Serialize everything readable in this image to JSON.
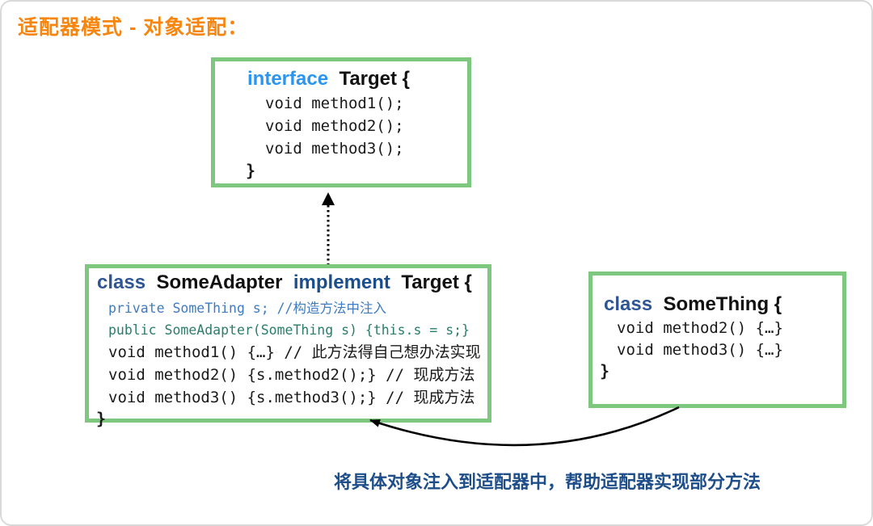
{
  "page": {
    "title": "适配器模式 - 对象适配：",
    "annotation": "将具体对象注入到适配器中，帮助适配器实现部分方法"
  },
  "colors": {
    "title_orange": "#F6860F",
    "box_border_green": "#7DC87E",
    "interface_blue": "#2B95F0",
    "class_navy": "#2F5693",
    "implement_navy": "#1B4E8C",
    "private_blue": "#3E7BC0",
    "public_teal": "#2A7D6B",
    "code_black": "#1A1A1A",
    "annotation_navy": "#1D4E89",
    "arrow_black": "#000000",
    "frame_gray": "#D9D9D9"
  },
  "target_box": {
    "keyword": "interface",
    "name": "Target {",
    "lines": [
      "void method1();",
      "void method2();",
      "void method3();"
    ],
    "closing_brace": "}"
  },
  "adapter_box": {
    "keyword_class": "class",
    "class_name": "SomeAdapter",
    "keyword_implement": "implement",
    "interface_name": "Target {",
    "line_private": "private SomeThing s; //构造方法中注入",
    "line_public": "public SomeAdapter(SomeThing s) {this.s = s;}",
    "line_method1": "void method1() {…} // 此方法得自己想办法实现",
    "line_method2": "void method2() {s.method2();} // 现成方法",
    "line_method3": "void method3() {s.method3();} // 现成方法",
    "closing_brace": "}"
  },
  "something_box": {
    "keyword_class": "class",
    "class_name": "SomeThing {",
    "lines": [
      "void method2() {…}",
      "void method3() {…}"
    ],
    "closing_brace": "}"
  }
}
